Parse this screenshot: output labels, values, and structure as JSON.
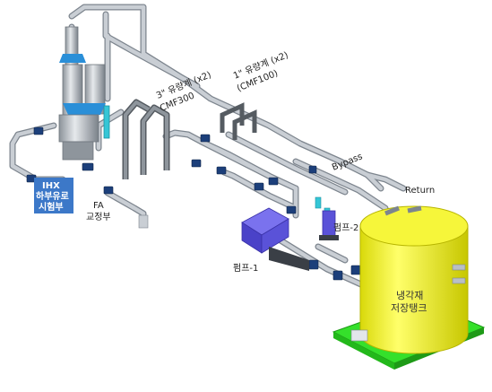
{
  "labels": {
    "flowmeter_3in_l1": "3\" 유량계 (x2)",
    "flowmeter_3in_l2": "CMF300",
    "flowmeter_1in_l1": "1\" 유량계 (x2)",
    "flowmeter_1in_l2": "(CMF100)",
    "bypass": "Bypass",
    "return": "Return",
    "ihx_l1": "IHX",
    "ihx_l2": "하부유로",
    "ihx_l3": "시험부",
    "fa_l1": "FA",
    "fa_l2": "교정부",
    "pump1": "펌프-1",
    "pump2": "펌프-2",
    "tank_l1": "냉각재",
    "tank_l2": "저장탱크"
  },
  "colors": {
    "pipe": "#b9bfc6",
    "pipe_edge": "#7d858e",
    "tank": "#f2f21e",
    "tank_edge": "#b7b500",
    "base": "#35e02b",
    "pump": "#5a4fd8",
    "ihx_box": "#3c78c8",
    "accent_blue": "#1c5fb0",
    "cyan": "#35c6d6"
  }
}
